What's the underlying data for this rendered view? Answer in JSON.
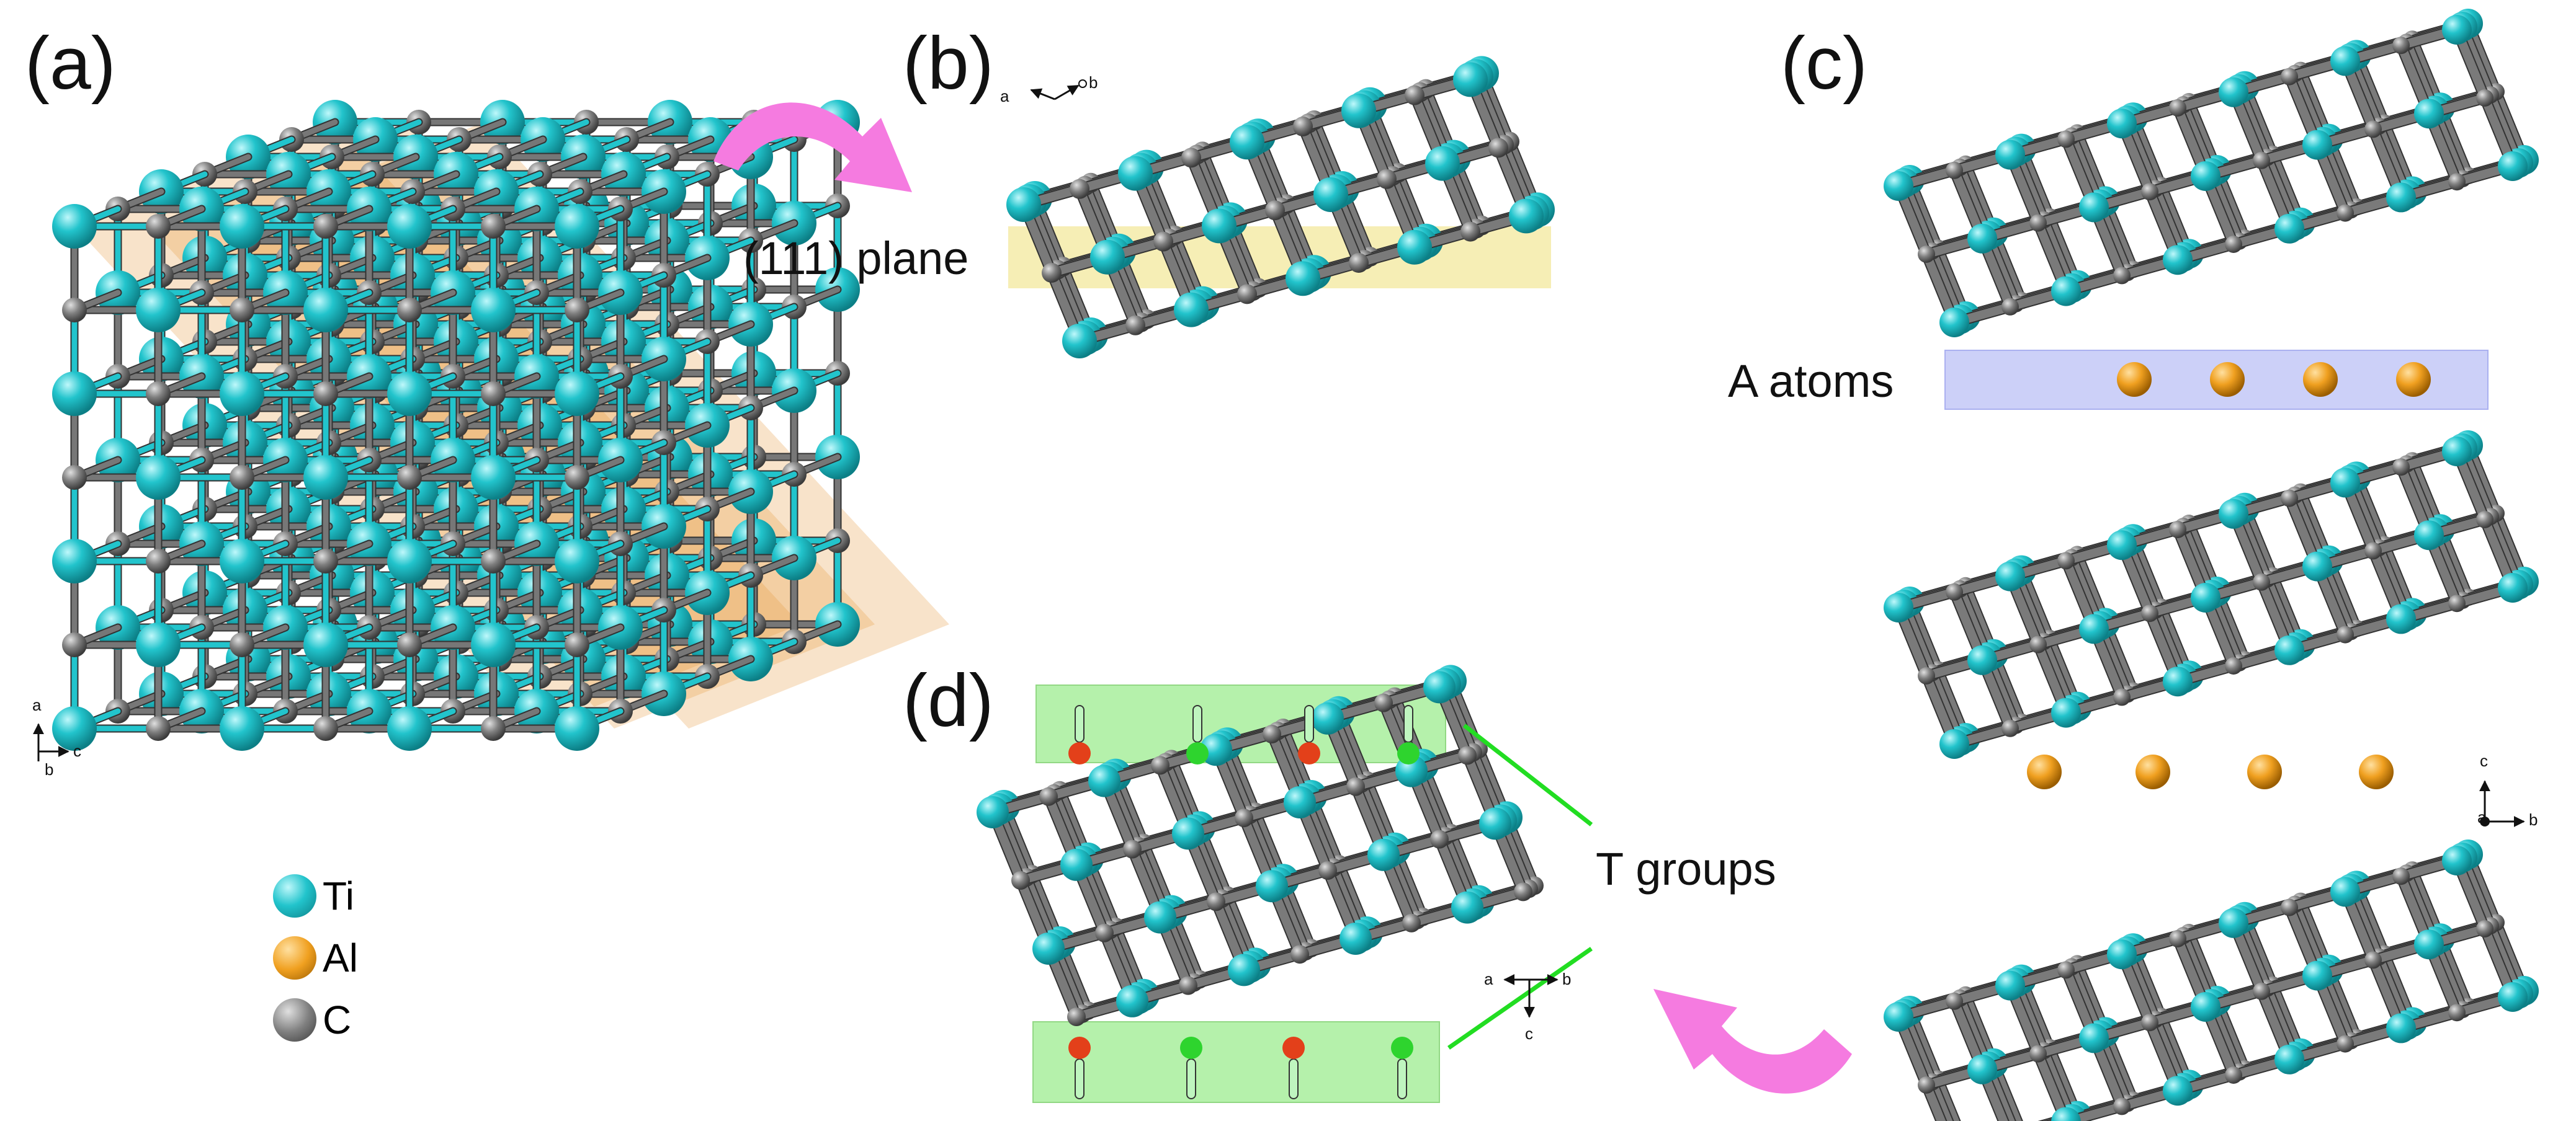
{
  "panels": {
    "a": {
      "label": "(a)"
    },
    "b": {
      "label": "(b)",
      "plane_label": "(111) plane"
    },
    "c": {
      "label": "(c)",
      "a_atoms_label": "A atoms"
    },
    "d": {
      "label": "(d)",
      "t_groups_label": "T groups"
    }
  },
  "legend": [
    {
      "symbol": "Ti",
      "color": "#22c4cc"
    },
    {
      "symbol": "Al",
      "color": "#f0a020"
    },
    {
      "symbol": "C",
      "color": "#808080"
    }
  ],
  "axes": {
    "a": {
      "up": "a",
      "down": "b",
      "right": "c"
    },
    "b": {
      "left": "a",
      "right": "b"
    },
    "c": {
      "up": "c",
      "origin": "a",
      "right": "b"
    },
    "d": {
      "left": "a",
      "right": "b",
      "down": "c"
    }
  },
  "colors": {
    "ti": "#22c4cc",
    "al": "#f0a020",
    "c": "#7a7a7a",
    "arrow": "#f57be0",
    "plane": "#f5eba8",
    "a_layer": "#ccd0f8",
    "t_box": "#a9ef9d",
    "t_line": "#22dd22",
    "o_red": "#e3401a",
    "f_green": "#2ed42e",
    "h_light": "#bff5bf"
  }
}
